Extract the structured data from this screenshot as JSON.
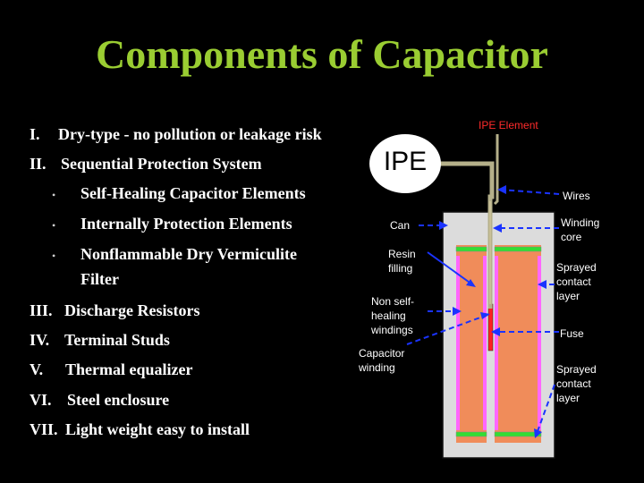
{
  "title": "Components of Capacitor",
  "list": [
    {
      "num": "I.",
      "text": "Dry-type -  no pollution or leakage risk"
    },
    {
      "num": "II.",
      "text": "Sequential Protection System"
    },
    {
      "num": "III.",
      "text": "Discharge Resistors"
    },
    {
      "num": "IV.",
      "text": "Terminal Studs"
    },
    {
      "num": "V.",
      "text": "Thermal equalizer"
    },
    {
      "num": "VI.",
      "text": "Steel enclosure"
    },
    {
      "num": "VII.",
      "text": "Light weight easy to install"
    }
  ],
  "bullets": [
    "Self-Healing Capacitor Elements",
    "Internally Protection Elements",
    "Nonflammable Dry Vermiculite",
    "Filter"
  ],
  "bullet_glyph": "•",
  "diagram": {
    "ipe_element_label": "IPE  Element",
    "ipe_circle_text": "IPE",
    "wires": "Wires",
    "can": "Can",
    "winding_core": [
      "Winding",
      "core"
    ],
    "resin_filling": [
      "Resin",
      "filling"
    ],
    "sprayed_contact_layer_top": [
      "Sprayed",
      "contact",
      "layer"
    ],
    "non_self_healing": [
      "Non self-",
      "healing",
      "windings"
    ],
    "fuse": "Fuse",
    "capacitor_winding": [
      "Capacitor",
      "winding"
    ],
    "sprayed_contact_layer_bottom": [
      "Sprayed",
      "contact",
      "layer"
    ]
  },
  "colors": {
    "title": "#9acd32",
    "label_red": "#ff2b2b",
    "can_fill": "#dcdcdc",
    "winding_fill": "#f08c5a",
    "contact_layer": "#ff66ff",
    "green_plate": "#33dd33",
    "pointer_blue": "#1a33ff"
  }
}
